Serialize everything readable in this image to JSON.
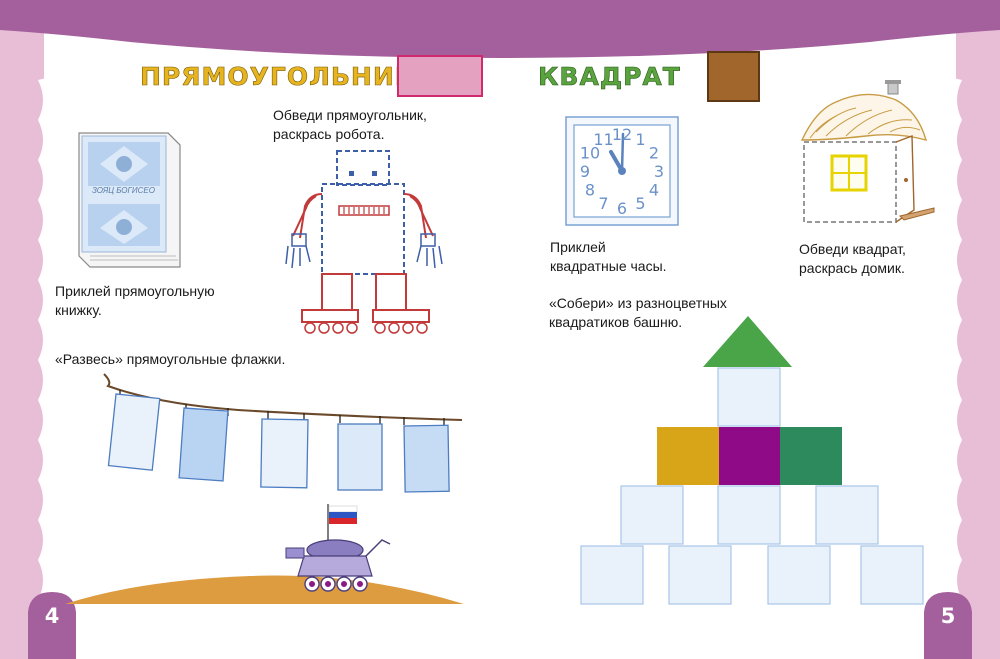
{
  "left_page": {
    "heading": "ПРЯМОУГОЛЬНИК",
    "page_number": "4",
    "book_caption": "Приклей прямоугольную\nкнижку.",
    "book_cover_text": "ЗОЯЦ БОГИСЕО",
    "robot_caption": "Обведи прямоугольник,\nраскрась робота.",
    "flags_caption": "«Развесь» прямоугольные флажки."
  },
  "right_page": {
    "heading": "КВАДРАТ",
    "page_number": "5",
    "clock_caption": "Приклей\nквадратные часы.",
    "house_caption": "Обведи квадрат,\nраскрась домик.",
    "tower_caption": "«Собери» из разноцветных\nквадратиков башню."
  },
  "colors": {
    "page_border": "#e8bdd6",
    "top_band": "#a4609c",
    "heading_left": "#e5b420",
    "heading_right": "#5aa33e",
    "swatch_rectangle": "#e4a2c0",
    "swatch_square": "#a0662c",
    "swatch_outline": "#cf2a6e",
    "tower_roof": "#4aa448",
    "tower_yellow": "#d7a517",
    "tower_purple": "#8e0a86",
    "tower_green": "#2c8a5c",
    "light_block": "#e9f1fb",
    "ground": "#de9c40"
  },
  "clock": {
    "numbers": [
      "12",
      "1",
      "2",
      "3",
      "4",
      "5",
      "6",
      "7",
      "8",
      "9",
      "10",
      "11"
    ]
  }
}
